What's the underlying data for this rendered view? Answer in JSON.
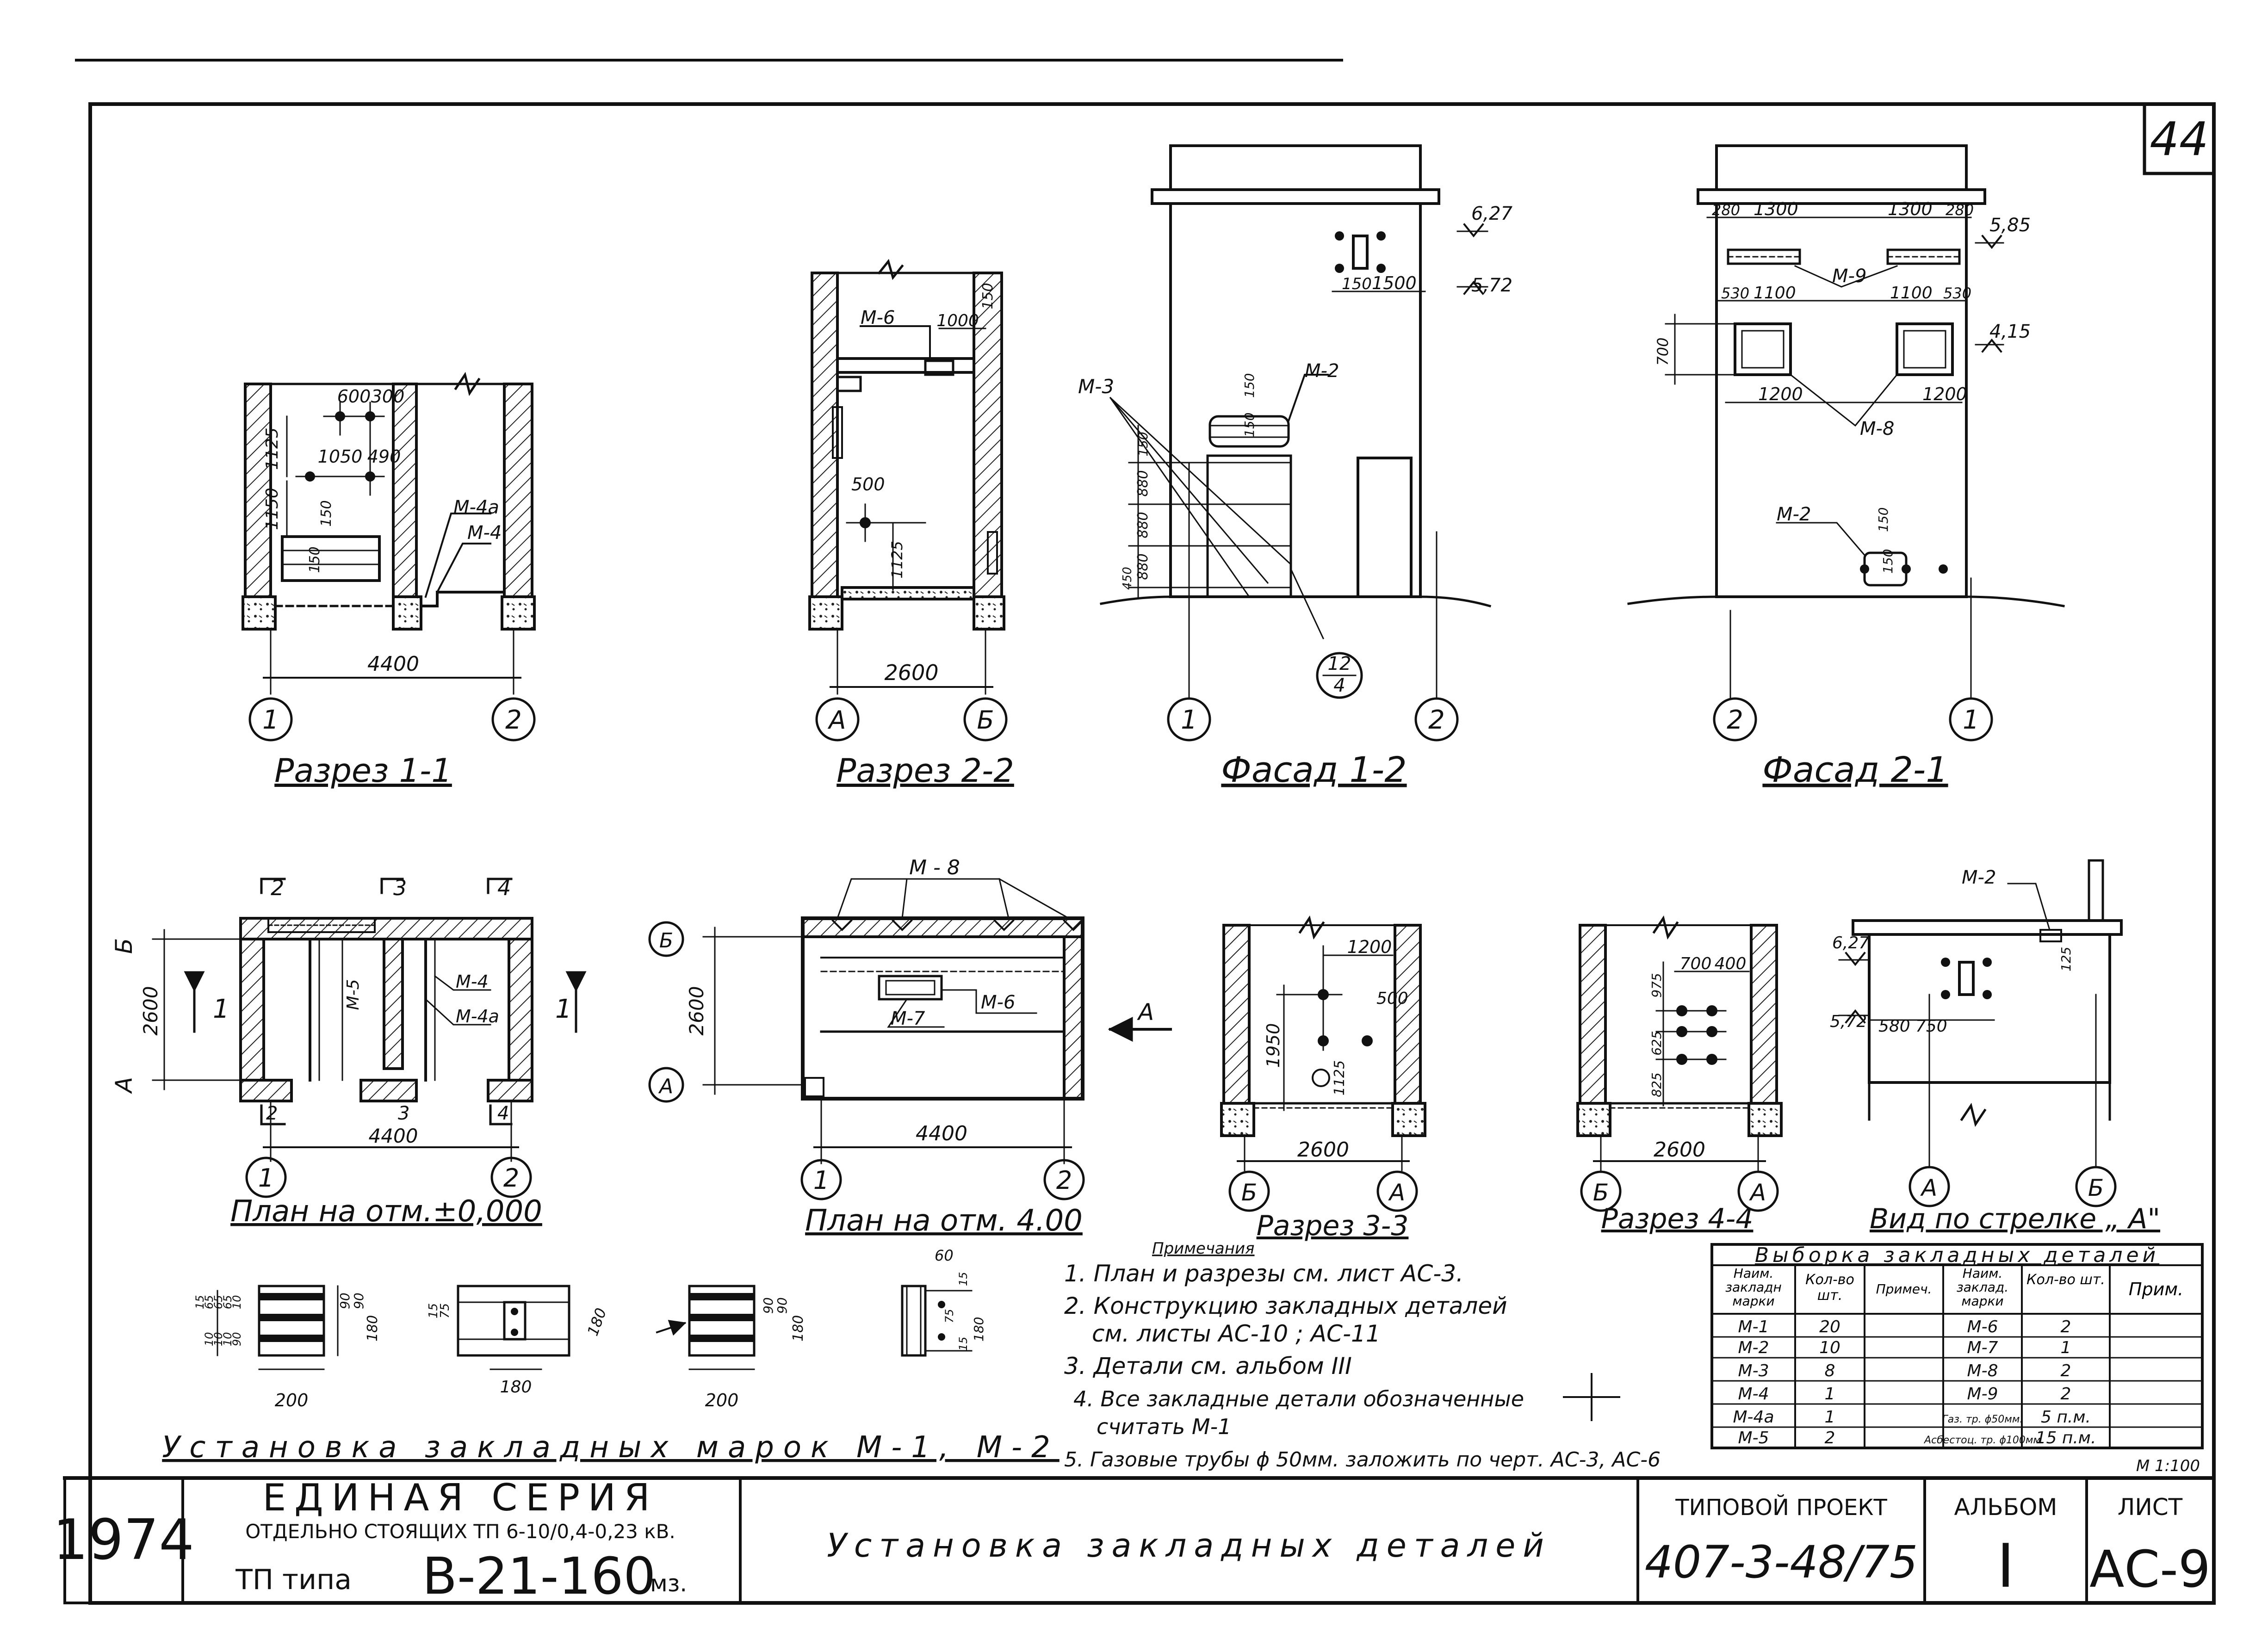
{
  "sheet_number": "44",
  "title_block": {
    "year": "1974",
    "series_title": "ЕДИНАЯ СЕРИЯ",
    "series_subtitle": "ОТДЕЛЬНО СТОЯЩИХ ТП 6-10/0,4-0,23 кВ.",
    "tp_prefix": "ТП типа",
    "tp_type": "В-21-160",
    "tp_suffix": "мз.",
    "drawing_title": "Установка закладных деталей",
    "project_label": "ТИПОВОЙ ПРОЕКТ",
    "project_number": "407-3-48/75",
    "album_label": "АЛЬБОМ",
    "album_value": "I",
    "sheet_label": "ЛИСТ",
    "sheet_value": "АС-9"
  },
  "views": {
    "razrez_1_1": {
      "title": "Разрез 1-1",
      "dim_total": "4400",
      "axis_left": "1",
      "axis_right": "2",
      "dims": [
        "600",
        "300",
        "1050",
        "490",
        "1125",
        "1150",
        "150",
        "150"
      ],
      "marks": [
        "М-4а",
        "М-4"
      ]
    },
    "razrez_2_2": {
      "title": "Разрез 2-2",
      "dim_total": "2600",
      "axis_left": "А",
      "axis_right": "Б",
      "dims": [
        "1000",
        "150",
        "500",
        "1125"
      ],
      "marks": [
        "М-6"
      ]
    },
    "fasad_1_2": {
      "title": "Фасад 1-2",
      "axis_left": "1",
      "axis_right": "2",
      "levels": [
        "6,27",
        "5,72"
      ],
      "dims": [
        "150",
        "1500",
        "150",
        "150",
        "450",
        "880",
        "880",
        "880",
        "150"
      ],
      "marks": [
        "М-3",
        "М-2"
      ],
      "callout_top": "12",
      "callout_bottom": "4"
    },
    "fasad_2_1": {
      "title": "Фасад 2-1",
      "axis_left": "2",
      "axis_right": "1",
      "levels": [
        "5,85",
        "4,15"
      ],
      "dims": [
        "280",
        "1300",
        "1300",
        "280",
        "530",
        "1100",
        "1100",
        "530",
        "700",
        "1200",
        "1200",
        "150",
        "150"
      ],
      "marks": [
        "М-9",
        "М-8",
        "М-2"
      ]
    },
    "plan_0": {
      "title": "План на отм.±0,000",
      "dim_total": "4400",
      "dim_height": "2600",
      "axis_left": "1",
      "axis_right": "2",
      "axis_a": "А",
      "axis_b": "Б",
      "cuts": [
        "2",
        "3",
        "4",
        "1"
      ],
      "marks": [
        "М-5",
        "М-4",
        "М-4а"
      ]
    },
    "plan_400": {
      "title": "План на отм. 4.00",
      "dim_total": "4400",
      "dim_height": "2600",
      "axis_left": "1",
      "axis_right": "2",
      "axis_a": "А",
      "axis_b": "Б",
      "marks": [
        "М - 8",
        "М-7",
        "М-6"
      ],
      "arrow_label": "А"
    },
    "razrez_3_3": {
      "title": "Разрез 3-3",
      "dim_total": "2600",
      "axis_left": "Б",
      "axis_right": "А",
      "dims": [
        "1200",
        "500",
        "1950",
        "1125"
      ]
    },
    "razrez_4_4": {
      "title": "Разрез 4-4",
      "dim_total": "2600",
      "axis_left": "Б",
      "axis_right": "А",
      "dims": [
        "700",
        "400",
        "975",
        "625",
        "825"
      ]
    },
    "vid_a": {
      "title": "Вид по стрелке „ А\"",
      "axis_left": "А",
      "axis_right": "Б",
      "levels": [
        "6,27",
        "5,72"
      ],
      "dims": [
        "580",
        "750",
        "125"
      ],
      "marks": [
        "М-2"
      ]
    }
  },
  "install": {
    "title": "Установка закладных марок М-1, М-2",
    "dims_a": [
      "15",
      "65",
      "65",
      "65",
      "10",
      "10",
      "10",
      "10",
      "90",
      "90",
      "180",
      "200"
    ],
    "dims_b": [
      "15",
      "75",
      "180",
      "180"
    ],
    "dims_c": [
      "90",
      "90",
      "180",
      "200"
    ],
    "dims_d": [
      "60",
      "15",
      "15",
      "75",
      "180"
    ]
  },
  "notes": {
    "heading": "Примечания",
    "items": [
      "1. План и разрезы см. лист АС-3.",
      "2. Конструкцию закладных деталей",
      "см. листы АС-10 ; АС-11",
      "3. Детали см. альбом III",
      "4. Все закладные детали обозначенные",
      "считать М-1",
      "5. Газовые трубы ϕ 50мм. заложить по черт. АС-3, АС-6"
    ]
  },
  "table": {
    "title": "Выборка закладных деталей",
    "headers": [
      "Наим. закладн марки",
      "Кол-во шт.",
      "Примеч.",
      "Наим. заклад. марки",
      "Кол-во шт.",
      "Прим."
    ],
    "rows": [
      [
        "М-1",
        "20",
        "",
        "М-6",
        "2",
        ""
      ],
      [
        "М-2",
        "10",
        "",
        "М-7",
        "1",
        ""
      ],
      [
        "М-3",
        "8",
        "",
        "М-8",
        "2",
        ""
      ],
      [
        "М-4",
        "1",
        "",
        "М-9",
        "2",
        ""
      ],
      [
        "М-4а",
        "1",
        "",
        "Газ. тр. ϕ50мм.",
        "5 п.м.",
        ""
      ],
      [
        "М-5",
        "2",
        "",
        "Асбестоц. тр. ϕ100мм",
        "15 п.м.",
        ""
      ]
    ],
    "scale": "М 1:100"
  }
}
